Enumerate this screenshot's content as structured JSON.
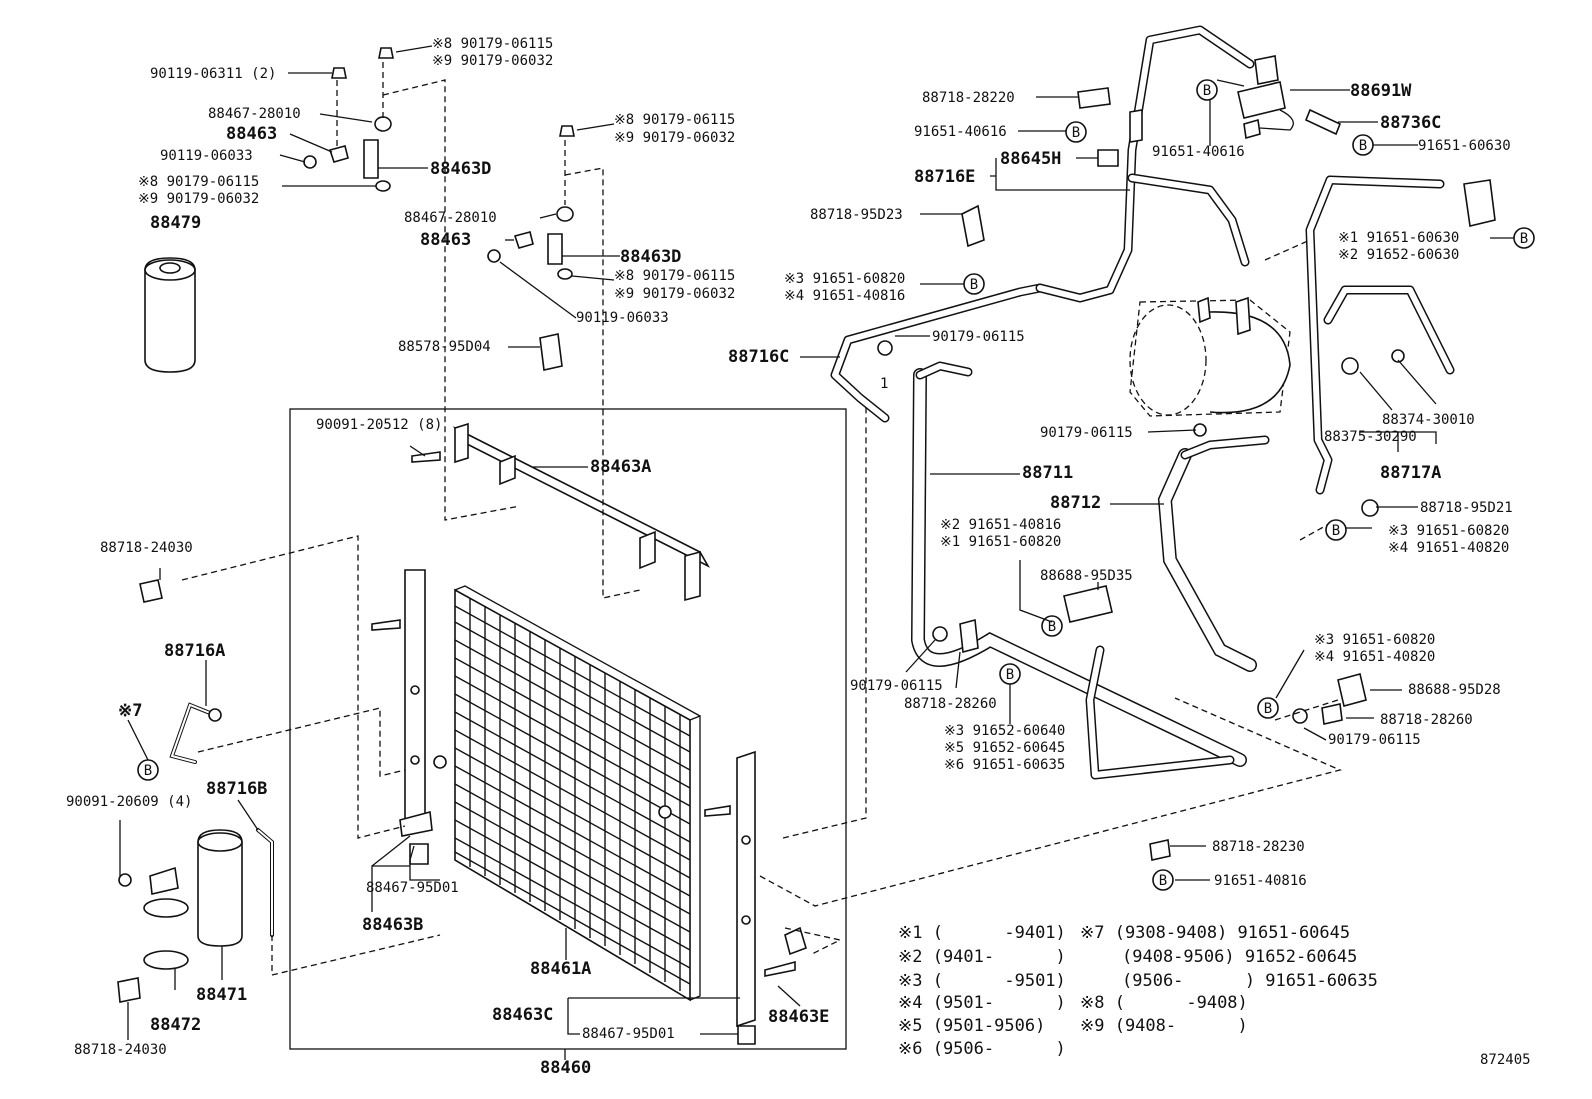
{
  "parts": {
    "p_90119_06311": "90119-06311 (2)",
    "p_90179_06115_a": "※8 90179-06115",
    "p_90179_06032_a": "※9 90179-06032",
    "p_88467_28010_a": "88467-28010",
    "p_88463_a": "88463",
    "p_90119_06033_a": "90119-06033",
    "p_88463D_a": "88463D",
    "p_90179_06115_b": "※8 90179-06115",
    "p_90179_06032_b": "※9 90179-06032",
    "p_88479": "88479",
    "p_90179_06115_c": "※8 90179-06115",
    "p_90179_06032_c": "※9 90179-06032",
    "p_88467_28010_b": "88467-28010",
    "p_88463_b": "88463",
    "p_88463D_b": "88463D",
    "p_90179_06115_d": "※8 90179-06115",
    "p_90179_06032_d": "※9 90179-06032",
    "p_90119_06033_b": "90119-06033",
    "p_88578_95D04": "88578-95D04",
    "p_90091_20512": "90091-20512 (8)",
    "p_88463A": "88463A",
    "p_88718_24030_a": "88718-24030",
    "p_88716A": "88716A",
    "p_note7": "※7",
    "p_90091_20609": "90091-20609 (4)",
    "p_88716B": "88716B",
    "p_88471": "88471",
    "p_88472": "88472",
    "p_88718_24030_b": "88718-24030",
    "p_88467_95D01_a": "88467-95D01",
    "p_88463B": "88463B",
    "p_88461A": "88461A",
    "p_88463C": "88463C",
    "p_88467_95D01_b": "88467-95D01",
    "p_88463E": "88463E",
    "p_88460": "88460",
    "p_88718_28220": "88718-28220",
    "p_91651_40616_a": "91651-40616",
    "p_88645H": "88645H",
    "p_88716E": "88716E",
    "p_91651_40616_b": "91651-40616",
    "p_88691W": "88691W",
    "p_88736C": "88736C",
    "p_91651_60630_a": "91651-60630",
    "p_88718_95D23": "88718-95D23",
    "p_n1_91651_60630": "※1 91651-60630",
    "p_n2_91652_60630": "※2 91652-60630",
    "p_n3_91651_60820_a": "※3 91651-60820",
    "p_n4_91651_40816_a": "※4 91651-40816",
    "p_88716C": "88716C",
    "p_90179_06115_e": "90179-06115",
    "p_88374_30010": "88374-30010",
    "p_88375_30290": "88375-30290",
    "p_90179_06115_f": "90179-06115",
    "p_88717A": "88717A",
    "p_88711": "88711",
    "p_88712": "88712",
    "p_88718_95D21": "88718-95D21",
    "p_n3_91651_60820_b": "※3 91651-60820",
    "p_n4_91651_40820_a": "※4 91651-40820",
    "p_n2_91651_40816": "※2 91651-40816",
    "p_n1_91651_60820": "※1 91651-60820",
    "p_88688_95D35": "88688-95D35",
    "p_n3_91651_60820_c": "※3 91651-60820",
    "p_n4_91651_40820_b": "※4 91651-40820",
    "p_90179_06115_g": "90179-06115",
    "p_88718_28260_a": "88718-28260",
    "p_88688_95D28": "88688-95D28",
    "p_88718_28260_b": "88718-28260",
    "p_90179_06115_h": "90179-06115",
    "p_n3_91652_60640": "※3 91652-60640",
    "p_n5_91652_60645": "※5 91652-60645",
    "p_n6_91651_60635": "※6 91651-60635",
    "p_88718_28230": "88718-28230",
    "p_91651_40816": "91651-40816"
  },
  "footnotes": {
    "n1": "※1 (      -9401)",
    "n2": "※2 (9401-      )",
    "n3": "※3 (      -9501)",
    "n4": "※4 (9501-      )",
    "n5": "※5 (9501-9506)",
    "n6": "※6 (9506-      )",
    "n7": "※7 (9308-9408) 91651-60645",
    "n7b": "(9408-9506) 91652-60645",
    "n7c": "(9506-      ) 91651-60635",
    "n8": "※8 (      -9408)",
    "n9": "※9 (9408-      )"
  },
  "bolt_marker": "B",
  "figure_number": "872405"
}
